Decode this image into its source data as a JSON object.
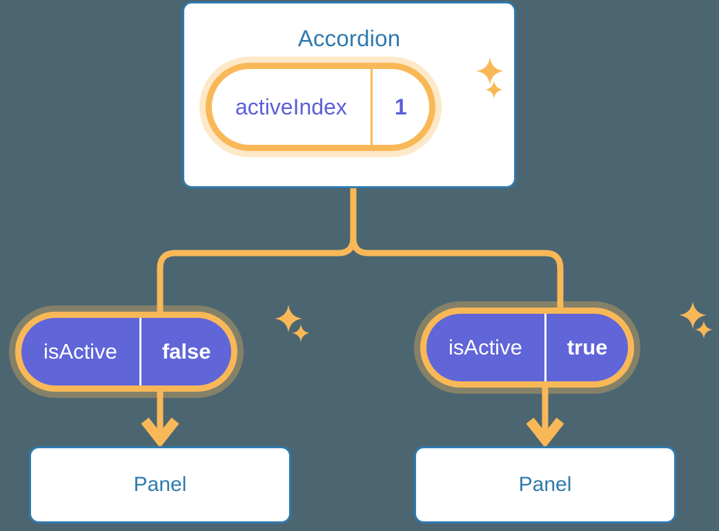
{
  "theme": {
    "background": "#4c6671",
    "card_border": "#2f7aae",
    "card_background": "#ffffff",
    "title_text": "#2f7aae",
    "pill_ring": "#f9b857",
    "pill_halo": "#fbd9a3",
    "pill_solid_fill": "#6065d8",
    "pill_light_text": "#5b5fd6",
    "pill_solid_text": "#ffffff",
    "connector": "#f9b857",
    "sparkle": "#f9b857"
  },
  "tree": {
    "root": {
      "title": "Accordion",
      "prop": {
        "key": "activeIndex",
        "value": "1",
        "style": "light"
      }
    },
    "children": [
      {
        "prop": {
          "key": "isActive",
          "value": "false",
          "style": "solid"
        },
        "panel": {
          "title": "Panel"
        }
      },
      {
        "prop": {
          "key": "isActive",
          "value": "true",
          "style": "solid"
        },
        "panel": {
          "title": "Panel"
        }
      }
    ]
  },
  "icons": {
    "sparkle_large": "sparkle-icon",
    "sparkle_small": "sparkle-icon",
    "arrow_down": "arrow-down-icon"
  }
}
